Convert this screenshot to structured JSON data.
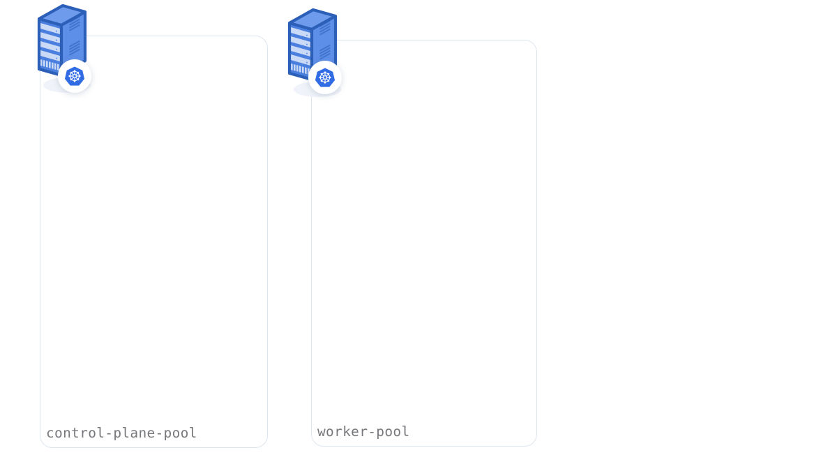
{
  "diagram": {
    "background_color": "#ffffff",
    "type": "kubernetes-node-pool-diagram",
    "pools": [
      {
        "id": "control-plane-pool",
        "label": "control-plane-pool",
        "icon": "server-rack-icon",
        "badge_icon": "kubernetes-icon",
        "border_color": "#dde5ef",
        "fill_color": "#ffffff",
        "label_color": "#77787c"
      },
      {
        "id": "worker-pool",
        "label": "worker-pool",
        "icon": "server-rack-icon",
        "badge_icon": "kubernetes-icon",
        "border_color": "#dde5ef",
        "fill_color": "#ffffff",
        "label_color": "#77787c"
      }
    ],
    "palette": {
      "server_outline": "#2b5fb8",
      "server_top": "#6f9bec",
      "server_front": "#4a7fe0",
      "server_side": "#5d8ee8",
      "server_slot": "#c9d9f6",
      "kubernetes_blue": "#326ce5",
      "kubernetes_mark": "#ffffff",
      "badge_background": "#ffffff"
    }
  }
}
